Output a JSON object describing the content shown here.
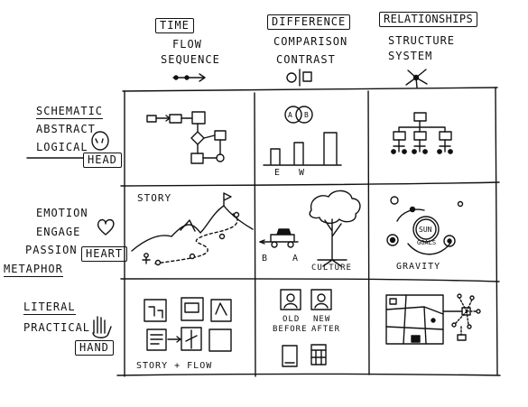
{
  "columns": [
    {
      "title": "Time",
      "subtitle_1": "Flow",
      "subtitle_2": "Sequence"
    },
    {
      "title": "Difference",
      "subtitle_1": "Comparison",
      "subtitle_2": "Contrast"
    },
    {
      "title": "Relationships",
      "subtitle_1": "Structure",
      "subtitle_2": "System"
    }
  ],
  "rows": [
    {
      "words": [
        "Schematic",
        "Abstract",
        "Logical"
      ],
      "tag": "Head"
    },
    {
      "words": [
        "Emotion",
        "Engage",
        "Passion",
        "Metaphor"
      ],
      "tag": "Heart"
    },
    {
      "words": [
        "Literal",
        "Practical"
      ],
      "tag": "Hand"
    }
  ],
  "cells": {
    "story": "Story",
    "ba_b": "B",
    "ba_a": "A",
    "culture": "Culture",
    "gravity": "Gravity",
    "sun": "Sun",
    "goals": "Goals",
    "bar_e": "E",
    "bar_w": "W",
    "venn_a": "A",
    "venn_b": "B",
    "old": "Old",
    "before": "Before",
    "new": "New",
    "after": "After",
    "story_flow": "Story + Flow"
  }
}
